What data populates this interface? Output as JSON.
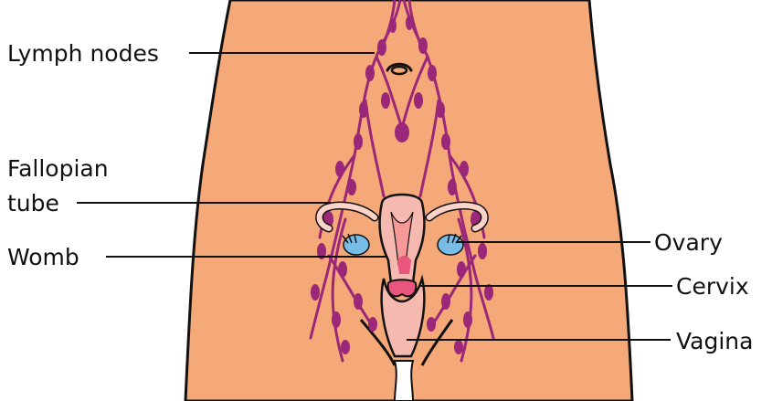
{
  "labels": {
    "lymph_nodes": "Lymph nodes",
    "fallopian_line1": "Fallopian",
    "fallopian_line2": "tube",
    "womb": "Womb",
    "ovary": "Ovary",
    "cervix": "Cervix",
    "vagina": "Vagina"
  },
  "colors": {
    "skin": "#f5a878",
    "outline": "#111111",
    "lymph": "#9a2778",
    "womb": "#f6b9b0",
    "womb_inner": "#f59a99",
    "cervix": "#e9567d",
    "ovary": "#77bde6",
    "tube": "#fbd3c8"
  }
}
